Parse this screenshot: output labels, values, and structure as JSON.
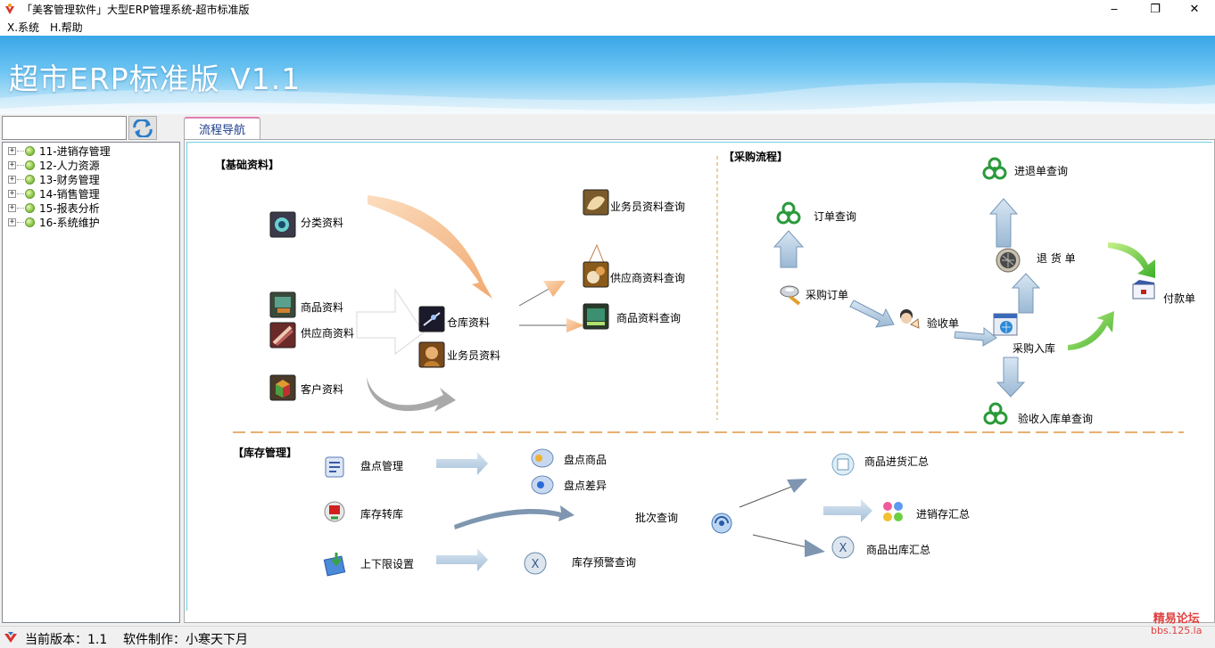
{
  "window": {
    "title": "「美客管理软件」大型ERP管理系统-超市标准版",
    "minimize": "‒",
    "maximize": "❐",
    "close": "✕"
  },
  "menu": [
    "X.系统",
    "H.帮助"
  ],
  "banner": {
    "title": "超市ERP标准版 V1.1"
  },
  "tree": {
    "items": [
      {
        "label": "11-进销存管理"
      },
      {
        "label": "12-人力资源"
      },
      {
        "label": "13-财务管理"
      },
      {
        "label": "14-销售管理"
      },
      {
        "label": "15-报表分析"
      },
      {
        "label": "16-系统维护"
      }
    ]
  },
  "tabs": [
    {
      "label": "流程导航"
    }
  ],
  "flow": {
    "basic": {
      "section": "【基础资料】",
      "category": "分类资料",
      "product": "商品资料",
      "supplier": "供应商资料",
      "warehouse": "仓库资料",
      "salesman": "业务员资料",
      "customer": "客户资料",
      "salesman_query": "业务员资料查询",
      "supplier_query": "供应商资料查询",
      "product_query": "商品资料查询"
    },
    "purchase": {
      "section": "【采购流程】",
      "order_query": "订单查询",
      "purchase_order": "采购订单",
      "check_order": "验收单",
      "return_query": "进退单查询",
      "return_order": "退 货 单",
      "stock_in": "采购入库",
      "payment": "付款单",
      "stock_in_query": "验收入库单查询"
    },
    "inventory": {
      "section": "【库存管理】",
      "stocktake": "盘点管理",
      "stocktake_goods": "盘点商品",
      "stocktake_diff": "盘点差异",
      "transfer": "库存转库",
      "batch_query": "批次查询",
      "limits": "上下限设置",
      "alert_query": "库存预警查询",
      "purchase_summary": "商品进货汇总",
      "psi_summary": "进销存汇总",
      "outbound_summary": "商品出库汇总"
    }
  },
  "status": {
    "version": "当前版本：1.1",
    "author": "软件制作：小寒天下月"
  },
  "watermark": {
    "line1": "精易论坛",
    "line2": "bbs.125.la"
  }
}
